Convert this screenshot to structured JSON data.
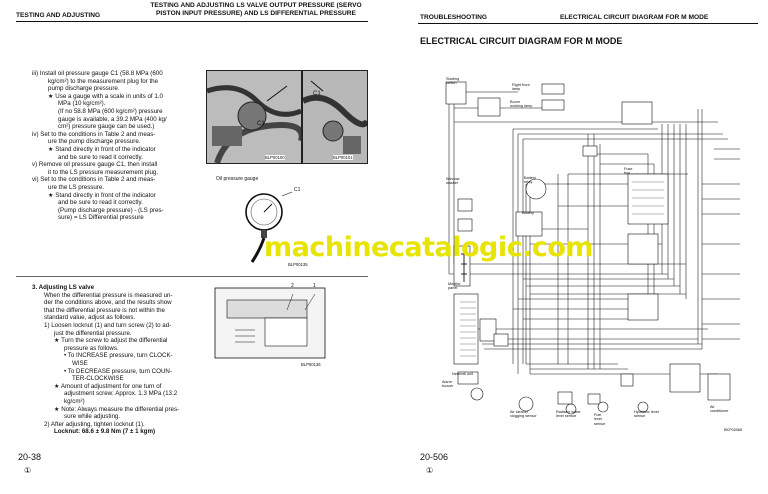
{
  "left": {
    "header_right_line1": "TESTING AND ADJUSTING LS VALVE OUTPUT PRESSURE (SERVO",
    "header_right_line2": "PISTON INPUT PRESSURE) AND LS DIFFERENTIAL PRESSURE",
    "header_left": "TESTING AND ADJUSTING",
    "steps": [
      "iii)  Install oil pressure gauge C1 (58.8 MPa (600",
      "kg/cm²) to the measurement plug for the",
      "pump discharge pressure.",
      "★  Use a gauge with a scale in units of 1.0",
      "MPa (10 kg/cm²).",
      "(If no 58.8 MPa (600 kg/cm²) pressure",
      "gauge is available, a 39.2 MPa (400 kg/",
      "cm²) pressure gauge can be used.)",
      "iv)  Set to the conditions in Table 2 and meas-",
      "ure the pump discharge pressure.",
      "★  Stand directly in front of the indicator",
      "and be sure to read it correctly.",
      "v)  Remove oil pressure gauge C1, then install",
      "it to the LS pressure measurement plug.",
      "vi)  Set to the conditions in Table 2 and meas-",
      "ure the LS pressure.",
      "★  Stand directly in front of the indicator",
      "and be sure to read it correctly.",
      "(Pump discharge pressure) - (LS pres-",
      "sure) = LS Differential pressure"
    ],
    "section_title": "3.  Adjusting LS valve",
    "section_body": [
      "When the differential pressure is measured un-",
      "der the conditions above, and the results show",
      "that the differential pressure is not within the",
      "standard value, adjust as follows.",
      "1)  Loosen locknut (1) and turn screw (2) to ad-",
      "just the differential pressure.",
      "★  Turn the screw to adjust the differential",
      "pressure as follows.",
      "•  To INCREASE pressure, turn CLOCK-",
      "WISE",
      "•  To DECREASE pressure, turn COUN-",
      "TER-CLOCKWISE",
      "★  Amount of adjustment for one turn of",
      "adjustment screw: Approx. 1.3 MPa (13.2",
      "kg/cm²)",
      "★  Note:  Always measure the differential pres-",
      "sure while adjusting.",
      "2)  After adjusting, tighten locknut (1).",
      "Locknut: 68.6 ± 9.8 Nm (7 ± 1 kgm)"
    ],
    "photo1_caption": "BLP00100",
    "photo1_label": "C1",
    "photo2_caption": "BLP00101",
    "photo2_label": "C1",
    "gauge_title": "Oil pressure gauge",
    "gauge_label": "C1",
    "gauge_caption": "BLP00135",
    "valve_caption": "BLP00136",
    "valve_labels": [
      "2",
      "1"
    ],
    "page_number": "20-38",
    "page_mark": "①"
  },
  "right": {
    "header_left": "TROUBLESHOOTING",
    "header_right": "ELECTRICAL CIRCUIT DIAGRAM FOR M MODE",
    "title": "ELECTRICAL CIRCUIT DIAGRAM FOR M MODE",
    "labels": {
      "starting_switch": "Starting switch",
      "right_front_lamp": "Right front lamp",
      "boom_working_lamp": "Boom working lamp",
      "battery_relay": "Battery relay",
      "window_washer": "Window washer",
      "fuse_box": "Fuse box",
      "battery": "Battery",
      "monitor_panel": "Monitor panel",
      "network_unit": "Network unit",
      "alarm_buzzer": "Alarm buzzer",
      "air_cleaner": "Air cleaner clogging sensor",
      "radiator_water": "Radiator water level sensor",
      "fuel_level": "Fuel level sensor",
      "hydraulic_level": "Hydraulic level sensor",
      "air_conditioner": "Air conditioner"
    },
    "diagram_code": "BKP00068",
    "page_number": "20-506",
    "page_mark": "①"
  },
  "watermark": "machinecatalogic.com"
}
